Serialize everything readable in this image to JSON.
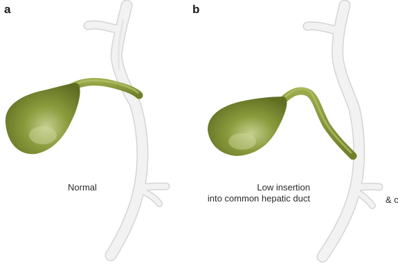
{
  "panels": [
    {
      "letter": "a",
      "caption_lines": [
        "Normal"
      ]
    },
    {
      "letter": "b",
      "caption_lines": [
        "Low insertion",
        "into common hepatic duct"
      ]
    }
  ],
  "cropped_caption": "& c",
  "colors": {
    "gallbladder_base": "#8a9b3c",
    "gallbladder_dark": "#5f6e22",
    "gallbladder_highlight": "#c4cf8e",
    "duct_fill": "#f1f1f1",
    "duct_outline": "#d8d8d8",
    "background": "#ffffff"
  }
}
